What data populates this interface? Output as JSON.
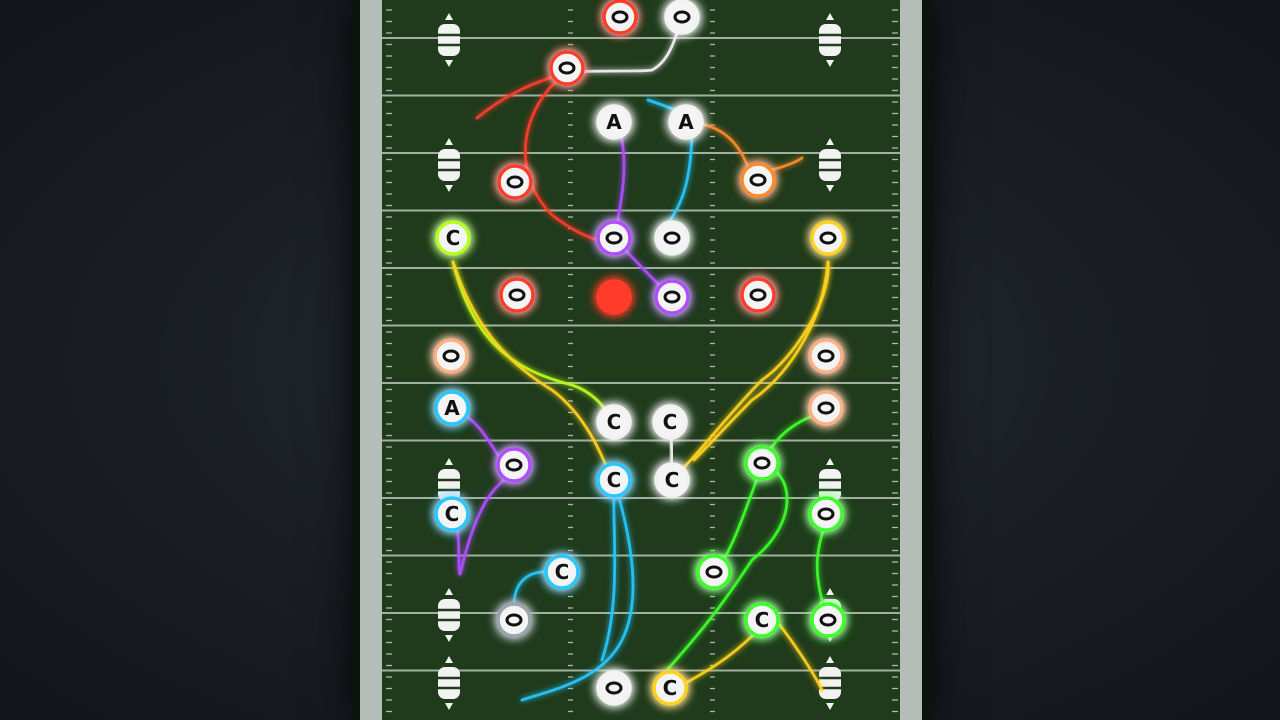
{
  "playbook": {
    "field_color": "#1f3b1c",
    "sideline_color": "#b5bdb8",
    "frame_color": "#0d1410",
    "background_color": "#1a1e24",
    "player_label_glyph": "C"
  },
  "route_colors": {
    "red": "#ff3b2a",
    "orange": "#ff8a2a",
    "yellow": "#ffd21f",
    "lime": "#b6ff1f",
    "green": "#3dff2a",
    "cyan": "#25c8ff",
    "violet": "#b04dff",
    "white": "#f2f2f2",
    "peach": "#ffb080",
    "gray": "#9aa4ae"
  },
  "markers": [
    {
      "id": "m1",
      "icon": "lantern-icon"
    },
    {
      "id": "m2",
      "icon": "lantern-icon"
    },
    {
      "id": "m3",
      "icon": "lantern-icon"
    },
    {
      "id": "m4",
      "icon": "lantern-icon"
    },
    {
      "id": "m5",
      "icon": "lantern-icon"
    },
    {
      "id": "m6",
      "icon": "lantern-icon"
    },
    {
      "id": "m7",
      "icon": "lantern-icon"
    },
    {
      "id": "m8",
      "icon": "lantern-icon"
    },
    {
      "id": "m9",
      "icon": "lantern-icon"
    },
    {
      "id": "m10",
      "icon": "lantern-icon"
    }
  ],
  "players": [
    {
      "id": "p1",
      "color": "red",
      "glyph": "o"
    },
    {
      "id": "p2",
      "color": "white",
      "glyph": "o"
    },
    {
      "id": "p3",
      "color": "red",
      "glyph": "o"
    },
    {
      "id": "p4",
      "color": "white",
      "glyph": "A"
    },
    {
      "id": "p5",
      "color": "white",
      "glyph": "A"
    },
    {
      "id": "p6",
      "color": "red",
      "glyph": "o"
    },
    {
      "id": "p7",
      "color": "orange",
      "glyph": "o"
    },
    {
      "id": "p8",
      "color": "lime",
      "glyph": "C"
    },
    {
      "id": "p9",
      "color": "violet",
      "glyph": "o"
    },
    {
      "id": "p10",
      "color": "white",
      "glyph": "o"
    },
    {
      "id": "p11",
      "color": "yellow",
      "glyph": "o"
    },
    {
      "id": "p12",
      "color": "red",
      "glyph": "o"
    },
    {
      "id": "p13",
      "color": "red",
      "glyph": ""
    },
    {
      "id": "p14",
      "color": "violet",
      "glyph": "o"
    },
    {
      "id": "p15",
      "color": "red",
      "glyph": "o"
    },
    {
      "id": "p16",
      "color": "peach",
      "glyph": "o"
    },
    {
      "id": "p17",
      "color": "peach",
      "glyph": "o"
    },
    {
      "id": "p18",
      "color": "cyan",
      "glyph": "A"
    },
    {
      "id": "p19",
      "color": "peach",
      "glyph": "o"
    },
    {
      "id": "p20",
      "color": "white",
      "glyph": "C"
    },
    {
      "id": "p21",
      "color": "white",
      "glyph": "C"
    },
    {
      "id": "p22",
      "color": "violet",
      "glyph": "o"
    },
    {
      "id": "p23",
      "color": "cyan",
      "glyph": "C"
    },
    {
      "id": "p24",
      "color": "white",
      "glyph": "C"
    },
    {
      "id": "p25",
      "color": "green",
      "glyph": "o"
    },
    {
      "id": "p26",
      "color": "cyan",
      "glyph": "C"
    },
    {
      "id": "p27",
      "color": "green",
      "glyph": "o"
    },
    {
      "id": "p28",
      "color": "cyan",
      "glyph": "C"
    },
    {
      "id": "p29",
      "color": "green",
      "glyph": "o"
    },
    {
      "id": "p30",
      "color": "gray",
      "glyph": "o"
    },
    {
      "id": "p31",
      "color": "green",
      "glyph": "C"
    },
    {
      "id": "p32",
      "color": "green",
      "glyph": "o"
    },
    {
      "id": "p33",
      "color": "white",
      "glyph": "o"
    },
    {
      "id": "p34",
      "color": "yellow",
      "glyph": "C"
    }
  ],
  "routes": [
    {
      "color": "red"
    },
    {
      "color": "red"
    },
    {
      "color": "white"
    },
    {
      "color": "cyan"
    },
    {
      "color": "orange"
    },
    {
      "color": "violet"
    },
    {
      "color": "violet"
    },
    {
      "color": "lime"
    },
    {
      "color": "yellow"
    },
    {
      "color": "yellow"
    },
    {
      "color": "yellow"
    },
    {
      "color": "violet"
    },
    {
      "color": "violet"
    },
    {
      "color": "cyan"
    },
    {
      "color": "cyan"
    },
    {
      "color": "cyan"
    },
    {
      "color": "green"
    },
    {
      "color": "green"
    },
    {
      "color": "green"
    },
    {
      "color": "green"
    },
    {
      "color": "yellow"
    },
    {
      "color": "white"
    }
  ]
}
